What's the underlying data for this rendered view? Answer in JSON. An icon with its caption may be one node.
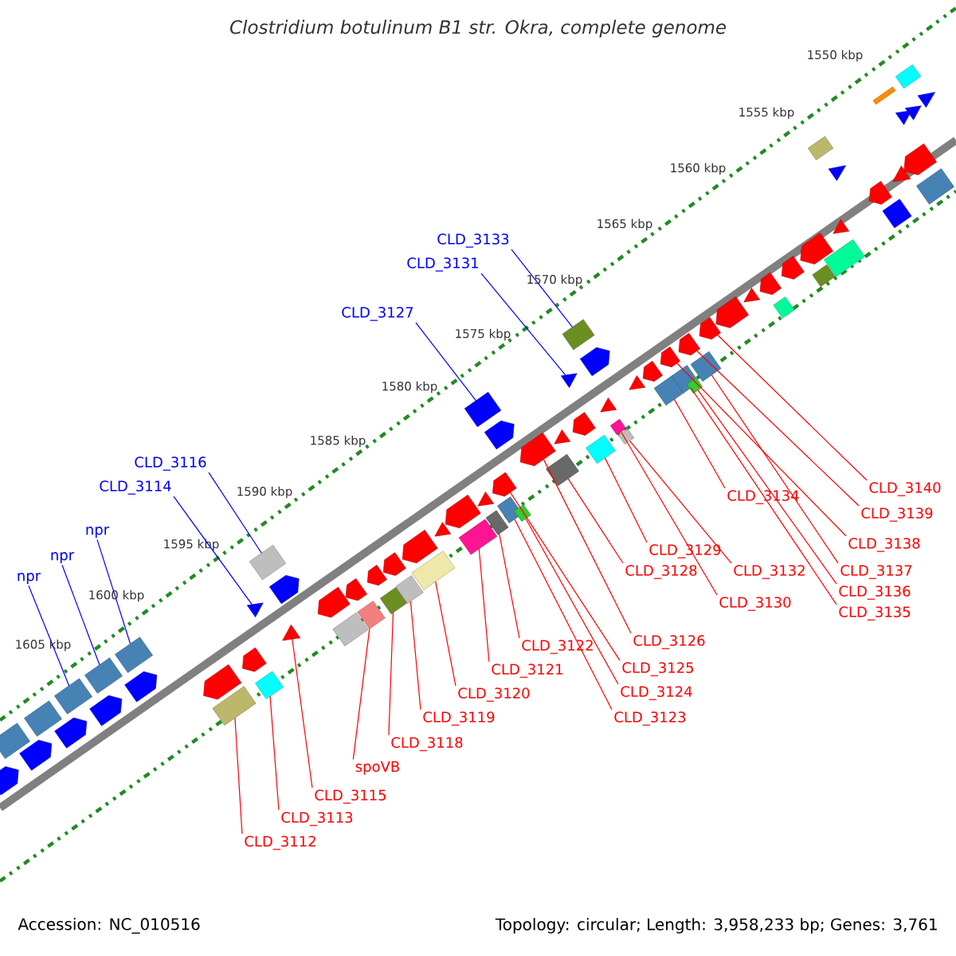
{
  "diagram": {
    "title": "Clostridium botulinum B1 str. Okra, complete genome",
    "nodes": [
      {
        "text": [
          "npr"
        ]
      },
      {
        "text": [
          "npr"
        ]
      },
      {
        "text": [
          "npr"
        ]
      },
      {
        "text": [
          "CLD_3114"
        ]
      },
      {
        "text": [
          "CLD_3116"
        ]
      },
      {
        "text": [
          "CLD_3127"
        ]
      },
      {
        "text": [
          "CLD_3131"
        ]
      },
      {
        "text": [
          "CLD_3133"
        ]
      },
      {
        "text": [
          "CLD_3112"
        ]
      },
      {
        "text": [
          "CLD_3113"
        ]
      },
      {
        "text": [
          "CLD_3115"
        ]
      },
      {
        "text": [
          "spoVB"
        ]
      },
      {
        "text": [
          "CLD_3118"
        ]
      },
      {
        "text": [
          "CLD_3119"
        ]
      },
      {
        "text": [
          "CLD_3120"
        ]
      },
      {
        "text": [
          "CLD_3121"
        ]
      },
      {
        "text": [
          "CLD_3122"
        ]
      },
      {
        "text": [
          "CLD_3123"
        ]
      },
      {
        "text": [
          "CLD_3124"
        ]
      },
      {
        "text": [
          "CLD_3125"
        ]
      },
      {
        "text": [
          "CLD_3126"
        ]
      },
      {
        "text": [
          "CLD_3128"
        ]
      },
      {
        "text": [
          "CLD_3129"
        ]
      },
      {
        "text": [
          "CLD_3130"
        ]
      },
      {
        "text": [
          "CLD_3132"
        ]
      },
      {
        "text": [
          "CLD_3134"
        ]
      },
      {
        "text": [
          "CLD_3135"
        ]
      },
      {
        "text": [
          "CLD_3136"
        ]
      },
      {
        "text": [
          "CLD_3137"
        ]
      },
      {
        "text": [
          "CLD_3138"
        ]
      },
      {
        "text": [
          "CLD_3139"
        ]
      },
      {
        "text": [
          "CLD_3140"
        ]
      },
      {
        "text": [],
        "shape": "box"
      },
      {
        "text": [],
        "shape": "box"
      },
      {
        "text": [],
        "shape": "box"
      },
      {
        "text": [],
        "shape": "triangle"
      },
      {
        "text": [],
        "shape": "box"
      },
      {
        "text": [],
        "shape": "box"
      },
      {
        "text": [],
        "shape": "triangle"
      },
      {
        "text": [],
        "shape": "box"
      },
      {
        "text": [],
        "shape": "box"
      },
      {
        "text": [],
        "shape": "box"
      },
      {
        "text": [],
        "shape": "triangle"
      },
      {
        "text": [],
        "shape": "box"
      },
      {
        "text": [],
        "shape": "box"
      },
      {
        "text": [],
        "shape": "box"
      },
      {
        "text": [],
        "shape": "box"
      },
      {
        "text": [],
        "shape": "box"
      },
      {
        "text": [],
        "shape": "box"
      },
      {
        "text": [],
        "shape": "box"
      },
      {
        "text": [],
        "shape": "box"
      },
      {
        "text": [],
        "shape": "pentagon"
      },
      {
        "text": [],
        "shape": "pentagon"
      },
      {
        "text": [],
        "shape": "box"
      },
      {
        "text": [],
        "shape": "box"
      },
      {
        "text": [],
        "shape": "box"
      },
      {
        "text": [],
        "shape": "box"
      },
      {
        "text": [],
        "shape": "box"
      },
      {
        "text": [],
        "shape": "box"
      },
      {
        "text": [],
        "shape": "box"
      },
      {
        "text": [],
        "shape": "box"
      },
      {
        "text": [],
        "shape": "pentagon"
      },
      {
        "text": [],
        "shape": "pentagon"
      },
      {
        "text": [],
        "shape": "pentagon"
      },
      {
        "text": [],
        "shape": "box"
      },
      {
        "text": [],
        "shape": "box"
      },
      {
        "text": [],
        "shape": "pentagon"
      },
      {
        "text": [],
        "shape": "pentagon"
      },
      {
        "text": [],
        "shape": "pentagon"
      },
      {
        "text": [],
        "shape": "pentagon"
      },
      {
        "text": [],
        "shape": "pentagon"
      },
      {
        "text": [],
        "shape": "pentagon"
      },
      {
        "text": [],
        "shape": "pentagon"
      },
      {
        "text": [],
        "shape": "pentagon"
      },
      {
        "text": [],
        "shape": "pentagon"
      },
      {
        "text": [],
        "shape": "pentagon"
      },
      {
        "text": [],
        "shape": "pentagon"
      },
      {
        "text": [],
        "shape": "pentagon"
      },
      {
        "text": [],
        "shape": "box"
      },
      {
        "text": [],
        "shape": "pentagon"
      },
      {
        "text": [],
        "shape": "pentagon"
      },
      {
        "text": [],
        "shape": "pentagon"
      },
      {
        "text": [],
        "shape": "triangle"
      },
      {
        "text": [],
        "shape": "pentagon"
      },
      {
        "text": [],
        "shape": "triangle"
      },
      {
        "text": [],
        "shape": "triangle"
      },
      {
        "text": [],
        "shape": "pentagon"
      },
      {
        "text": [],
        "shape": "triangle"
      },
      {
        "text": [],
        "shape": "triangle"
      },
      {
        "text": [],
        "shape": "pentagon"
      },
      {
        "text": [],
        "shape": "pentagon"
      },
      {
        "text": [],
        "shape": "triangle"
      },
      {
        "text": [],
        "shape": "pentagon"
      },
      {
        "text": [],
        "shape": "pentagon"
      },
      {
        "text": [],
        "shape": "pentagon"
      },
      {
        "text": [],
        "shape": "triangle"
      },
      {
        "text": [],
        "shape": "pentagon"
      },
      {
        "text": [],
        "shape": "triangle"
      },
      {
        "text": [],
        "shape": "pentagon"
      },
      {
        "text": [],
        "shape": "box"
      },
      {
        "text": [],
        "shape": "box"
      },
      {
        "text": [],
        "shape": "box"
      },
      {
        "text": [],
        "shape": "triangle"
      },
      {
        "text": [],
        "shape": "box"
      },
      {
        "text": [],
        "shape": "box"
      },
      {
        "text": [],
        "shape": "triangle"
      },
      {
        "text": [],
        "shape": "triangle"
      },
      {
        "text": [],
        "shape": "triangle"
      },
      {
        "text": [],
        "shape": "box"
      },
      {
        "text": [],
        "shape": "box"
      },
      {
        "text": [],
        "shape": "box"
      }
    ],
    "edges": [
      {
        "from": 0,
        "to": 32,
        "arrow": "none",
        "color": "#0000ff"
      },
      {
        "from": 1,
        "to": 33,
        "arrow": "none",
        "color": "#0000ff"
      },
      {
        "from": 2,
        "to": 34,
        "arrow": "none",
        "color": "#0000ff"
      },
      {
        "from": 3,
        "to": 35,
        "arrow": "none",
        "color": "#0000ff"
      },
      {
        "from": 4,
        "to": 36,
        "arrow": "none",
        "color": "#0000ff"
      },
      {
        "from": 5,
        "to": 37,
        "arrow": "none",
        "color": "#0000ff"
      },
      {
        "from": 6,
        "to": 38,
        "arrow": "none",
        "color": "#0000ff"
      },
      {
        "from": 7,
        "to": 39,
        "arrow": "none",
        "color": "#0000ff"
      },
      {
        "from": 8,
        "to": 40,
        "arrow": "none"
      },
      {
        "from": 9,
        "to": 41,
        "arrow": "none"
      },
      {
        "from": 10,
        "to": 42,
        "arrow": "none"
      },
      {
        "from": 11,
        "to": 43,
        "arrow": "none"
      },
      {
        "from": 12,
        "to": 44,
        "arrow": "none"
      },
      {
        "from": 13,
        "to": 45,
        "arrow": "none"
      },
      {
        "from": 14,
        "to": 46,
        "arrow": "none"
      },
      {
        "from": 15,
        "to": 47,
        "arrow": "none"
      },
      {
        "from": 16,
        "to": 48,
        "arrow": "none"
      },
      {
        "from": 17,
        "to": 49,
        "arrow": "none"
      },
      {
        "from": 18,
        "to": 50,
        "arrow": "none"
      },
      {
        "from": 19,
        "to": 51,
        "arrow": "none"
      },
      {
        "from": 20,
        "to": 52,
        "arrow": "none"
      },
      {
        "from": 21,
        "to": 53,
        "arrow": "none"
      },
      {
        "from": 22,
        "to": 54,
        "arrow": "none"
      },
      {
        "from": 23,
        "to": 55,
        "arrow": "none"
      },
      {
        "from": 24,
        "to": 56,
        "arrow": "none"
      },
      {
        "from": 25,
        "to": 57,
        "arrow": "none"
      },
      {
        "from": 26,
        "to": 58,
        "arrow": "none"
      },
      {
        "from": 27,
        "to": 59,
        "arrow": "none"
      },
      {
        "from": 28,
        "to": 60,
        "arrow": "none"
      },
      {
        "from": 29,
        "to": 61,
        "arrow": "none"
      },
      {
        "from": 30,
        "to": 62,
        "arrow": "none"
      },
      {
        "from": 31,
        "to": 63,
        "arrow": "none"
      }
    ],
    "labels": [
      "1550 kbp",
      "1555 kbp",
      "1560 kbp",
      "1565 kbp",
      "1570 kbp",
      "1575 kbp",
      "1580 kbp",
      "1585 kbp",
      "1590 kbp",
      "1595 kbp",
      "1600 kbp",
      "1605 kbp",
      "Accession: NC_010516",
      "Topology: circular; Length: 3,958,233 bp; Genes: 3,761"
    ]
  }
}
